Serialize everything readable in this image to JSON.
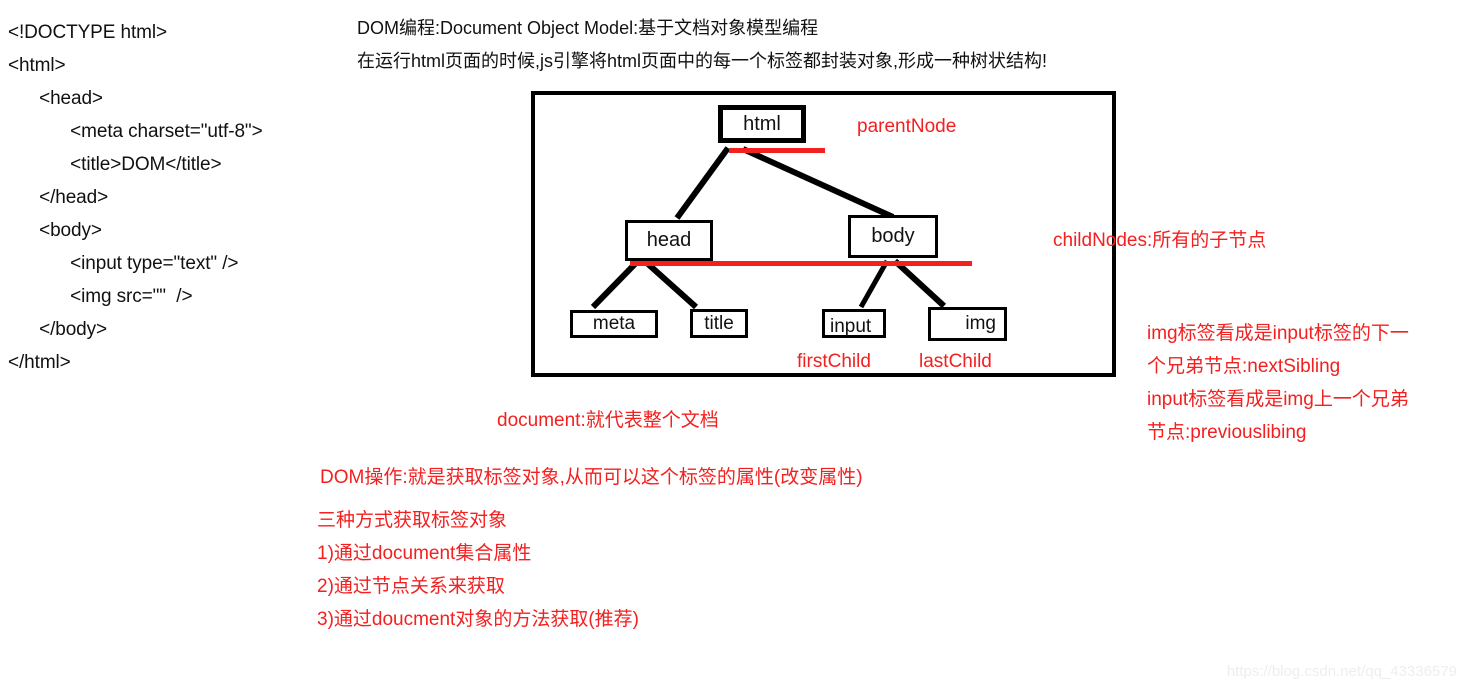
{
  "code_listing": [
    "<!DOCTYPE html>",
    "<html>",
    "      <head>",
    "            <meta charset=\"utf-8\">",
    "            <title>DOM</title>",
    "      </head>",
    "      <body>",
    "            <input type=\"text\" />",
    "            <img src=\"\"  />",
    "      </body>",
    "</html>"
  ],
  "heading": {
    "line1": "DOM编程:Document Object Model:基于文档对象模型编程",
    "line2": "在运行html页面的时候,js引擎将html页面中的每一个标签都封装对象,形成一种树状结构!"
  },
  "diagram": {
    "nodes": {
      "html": "html",
      "head": "head",
      "body": "body",
      "meta": "meta",
      "title": "title",
      "input": "input",
      "img": "img"
    },
    "labels": {
      "parent_node": "parentNode",
      "first_child": "firstChild",
      "last_child": "lastChild",
      "child_nodes": "childNodes:所有的子节点"
    }
  },
  "sibling_note": [
    "img标签看成是input标签的下一",
    "个兄弟节点:nextSibling",
    "input标签看成是img上一个兄弟",
    "节点:previouslibing"
  ],
  "notes": {
    "document": "document:就代表整个文档",
    "dom_operation": "DOM操作:就是获取标签对象,从而可以这个标签的属性(改变属性)"
  },
  "ways_list": [
    "三种方式获取标签对象",
    "1)通过document集合属性",
    "2)通过节点关系来获取",
    "3)通过doucment对象的方法获取(推荐)"
  ],
  "watermark": "https://blog.csdn.net/qq_43336579",
  "colors": {
    "red": "#f32020",
    "black": "#000000",
    "watermark": "#eeeeee"
  }
}
